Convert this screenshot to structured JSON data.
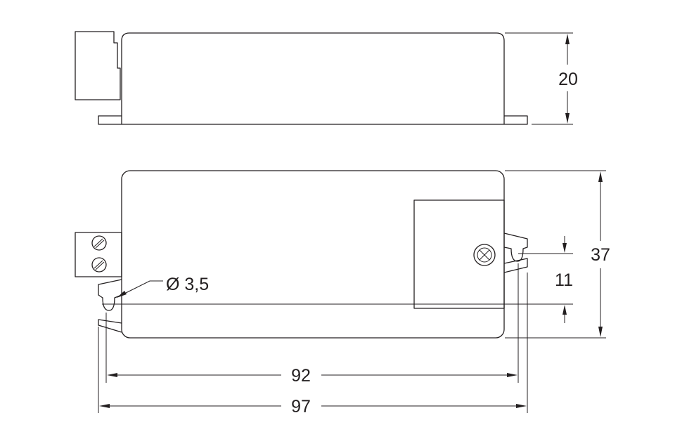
{
  "dimensions": {
    "height": "20",
    "width": "37",
    "hole_spacing": "11",
    "hole_diameter": "Ø 3,5",
    "mounting_pitch": "92",
    "overall_length": "97"
  },
  "colors": {
    "line": "#231f20",
    "background": "#ffffff"
  }
}
